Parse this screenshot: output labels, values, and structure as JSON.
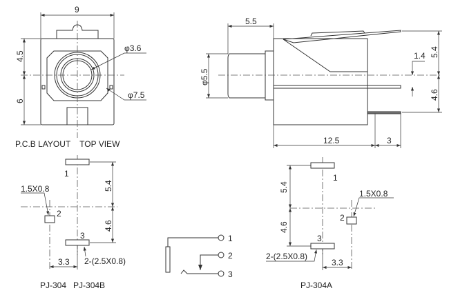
{
  "top_view": {
    "width": "9",
    "h_upper": "4.5",
    "h_lower": "6",
    "phi_inner": "φ3.6",
    "phi_outer": "φ7.5",
    "caption": "P.C.B LAYOUT    TOP VIEW"
  },
  "side_view": {
    "cap_length": "5.5",
    "cap_dia": "φ5.5",
    "up": "5.4",
    "down": "4.6",
    "offset": "1.4",
    "length": "12.5",
    "pin": "3"
  },
  "pcb_left": {
    "pin1": "1",
    "pin2": "2",
    "pin3": "3",
    "up": "5.4",
    "down": "4.6",
    "small_pad": "1.5X0.8",
    "big_pads": "2-(2.5X0.8)",
    "spacing": "3.3",
    "caption": "PJ-304   PJ-304B"
  },
  "schematic": {
    "pin1": "1",
    "pin2": "2",
    "pin3": "3"
  },
  "pcb_right": {
    "pin1": "1",
    "pin2": "2",
    "pin3": "3",
    "up": "5.4",
    "down": "4.6",
    "small_pad": "1.5X0.8",
    "big_pads": "2-(2.5X0.8)",
    "spacing": "3.3",
    "caption": "PJ-304A"
  }
}
